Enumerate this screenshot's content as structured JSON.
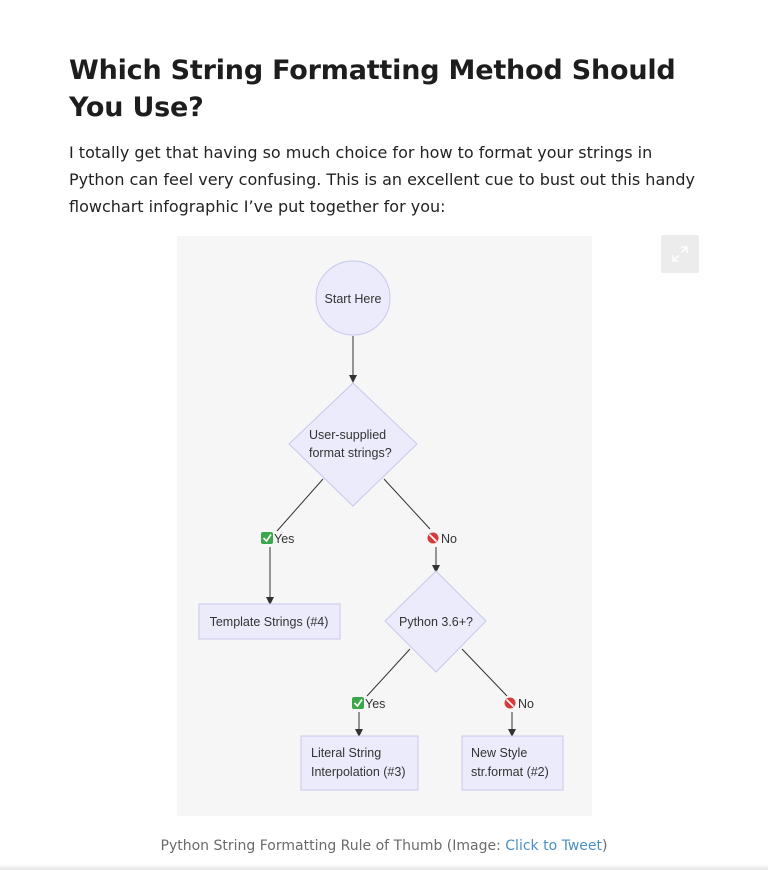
{
  "article": {
    "heading": "Which String Formatting Method Should You Use?",
    "intro": "I totally get that having so much choice for how to format your strings in Python can feel very confusing. This is an excellent cue to bust out this handy flowchart infographic I’ve put together for you:"
  },
  "flowchart": {
    "start": "Start Here",
    "q1_line1": "User-supplied",
    "q1_line2": "format strings?",
    "q1_yes": "Yes",
    "q1_no": "No",
    "template": "Template Strings (#4)",
    "q2": "Python 3.6+?",
    "q2_yes": "Yes",
    "q2_no": "No",
    "literal_line1": "Literal String",
    "literal_line2": "Interpolation (#3)",
    "newstyle_line1": "New Style",
    "newstyle_line2": "str.format (#2)"
  },
  "icons": {
    "yes": "check-mark-icon",
    "no": "no-entry-icon",
    "expand": "expand-icon"
  },
  "colors": {
    "node_fill": "#ebebfc",
    "node_stroke": "#c8c8ee",
    "yes_icon": "#3aa84a",
    "no_icon": "#d43b3b",
    "link": "#4a90c2"
  },
  "caption": {
    "text": "Python String Formatting Rule of Thumb (Image: ",
    "link": "Click to Tweet",
    "close": ")"
  }
}
